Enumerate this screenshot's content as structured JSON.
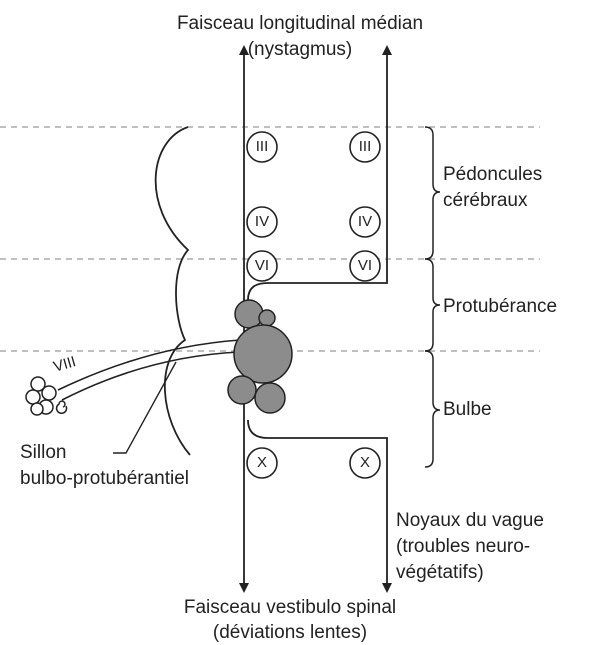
{
  "top_label": {
    "line1": "Faisceau longitudinal médian",
    "line2": "(nystagmus)"
  },
  "bottom_label": {
    "line1": "Faisceau vestibulo spinal",
    "line2": "(déviations lentes)"
  },
  "regions": {
    "pedoncules": {
      "line1": "Pédoncules",
      "line2": "cérébraux"
    },
    "protuberance": "Protubérance",
    "bulbe": "Bulbe"
  },
  "sillon_label": {
    "line1": "Sillon",
    "line2": "bulbo-protubérantiel"
  },
  "vague_label": {
    "line1": "Noyaux du vague",
    "line2": "(troubles neuro-",
    "line3": "végétatifs)"
  },
  "nerve_viii": "VIII",
  "nuclei": {
    "left_iii": "III",
    "right_iii": "III",
    "left_iv": "IV",
    "right_iv": "IV",
    "left_vi": "VI",
    "right_vi": "VI",
    "left_x": "X",
    "right_x": "X"
  }
}
